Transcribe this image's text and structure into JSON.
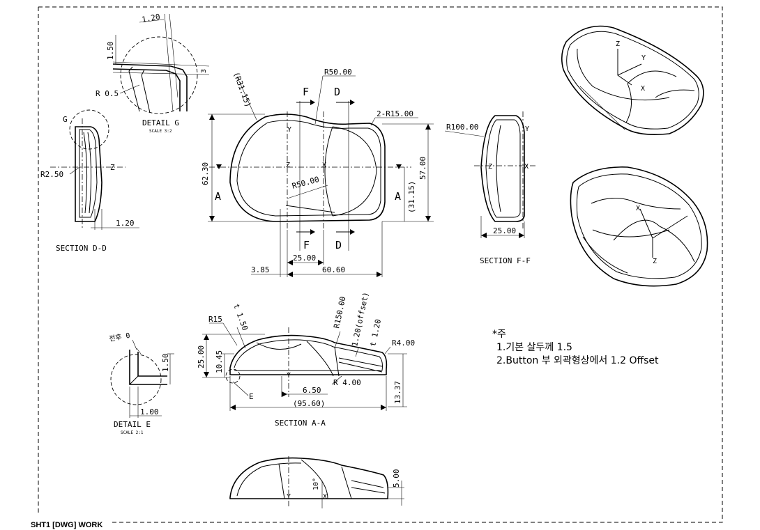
{
  "footer": {
    "sheet_label": "SHT1 [DWG] WORK"
  },
  "detail_g": {
    "title": "DETAIL G",
    "scale": "SCALE 3:2",
    "dim_top": "1.20",
    "dim_left": "1.50",
    "dim_side": "3",
    "radius": "R 0.5"
  },
  "section_dd": {
    "title": "SECTION D-D",
    "detail_marker": "G",
    "radius": "R2.50",
    "axis_z": "Z",
    "dim_bottom": "1.20"
  },
  "top_view": {
    "r_left": "(R31.15)",
    "r_top": "R50.00",
    "r_corner": "2-R15.00",
    "r_inner": "R50.00",
    "section_f": "F",
    "section_d": "D",
    "section_a": "A",
    "axis_x": "X",
    "axis_y": "Y",
    "axis_z": "Z",
    "dim_height": "62.30",
    "dim_right_height": "57.00",
    "dim_half": "(31.15)",
    "dim_25": "25.00",
    "dim_60": "60.60",
    "dim_385": "3.85"
  },
  "section_ff": {
    "title": "SECTION F-F",
    "radius": "R100.00",
    "axis_y": "Y",
    "axis_z": "Z",
    "axis_x": "X",
    "dim_width": "25.00"
  },
  "iso_views": {
    "top_axis_z": "Z",
    "top_axis_y": "Y",
    "top_axis_x": "X",
    "bottom_axis_x": "X",
    "bottom_axis_z": "Z"
  },
  "section_aa": {
    "title": "SECTION A-A",
    "r15": "R15",
    "t150": "t 1.50",
    "r150": "R150.00",
    "offset": "1.20(offset)",
    "t120": "t 1.20",
    "r4_top": "R4.00",
    "r4_bottom": "R 4.00",
    "dim_25": "25.00",
    "dim_1045": "10.45",
    "dim_650": "6.50",
    "dim_9560": "(95.60)",
    "dim_1337": "13.37",
    "marker_e": "E",
    "axis_y": "Y"
  },
  "detail_e": {
    "title": "DETAIL E",
    "scale": "SCALE 2:1",
    "note": "전후 0",
    "dim_150": "1.50",
    "dim_100": "1.00"
  },
  "bottom_view": {
    "angle": "10°",
    "dim_500": "5.00",
    "axis_y": "Y",
    "axis_x": "X"
  },
  "notes": {
    "header": "*주",
    "line1": "1.기본 살두께 1.5",
    "line2": "2.Button 부 외곽형상에서 1.2 Offset"
  }
}
